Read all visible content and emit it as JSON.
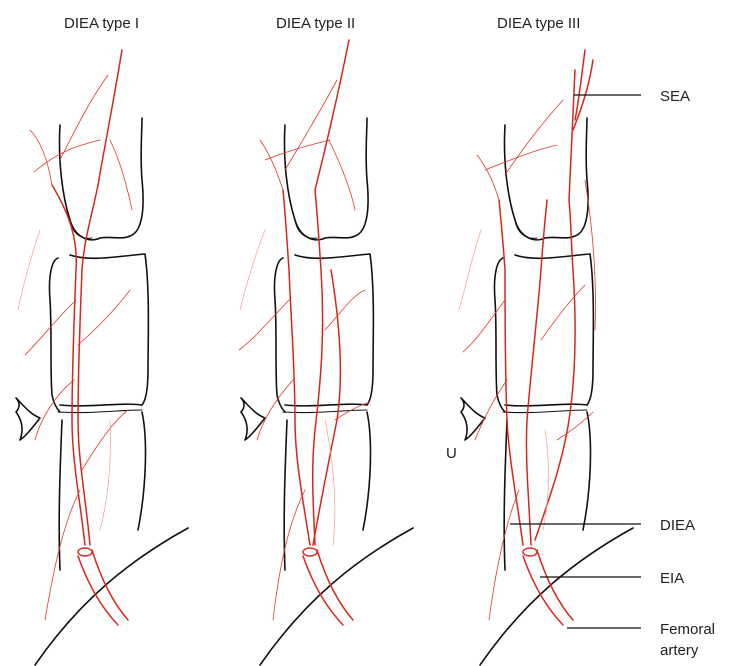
{
  "panels": [
    {
      "title": "DIEA type I"
    },
    {
      "title": "DIEA type II"
    },
    {
      "title": "DIEA type III"
    }
  ],
  "callouts": {
    "sea": "SEA",
    "diea": "DIEA",
    "eia": "EIA",
    "femoral_line1": "Femoral",
    "femoral_line2": "artery",
    "u": "U"
  },
  "colors": {
    "artery": "#d9261c",
    "outline": "#111111"
  }
}
